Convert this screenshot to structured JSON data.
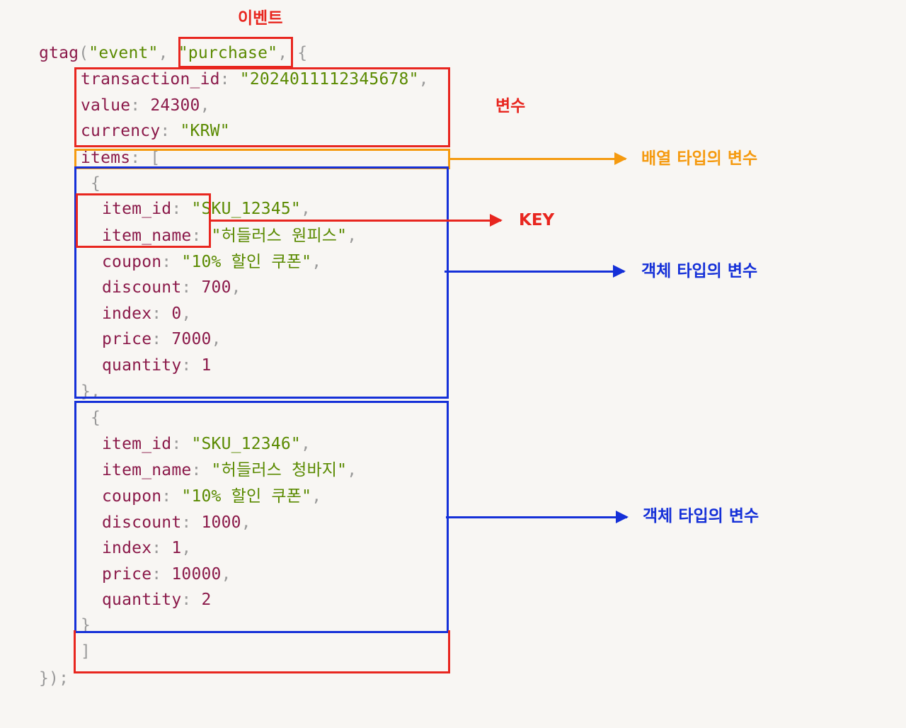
{
  "code": {
    "gtag_fn": "gtag",
    "event_str": "\"event\"",
    "purchase_str": "\"purchase\"",
    "transaction_id_key": "transaction_id",
    "transaction_id_val": "\"2024011112345678\"",
    "value_key": "value",
    "value_val": "24300",
    "currency_key": "currency",
    "currency_val": "\"KRW\"",
    "items_key": "items",
    "item1": {
      "item_id_key": "item_id",
      "item_id_val": "\"SKU_12345\"",
      "item_name_key": "item_name",
      "item_name_val": "\"허들러스 원피스\"",
      "coupon_key": "coupon",
      "coupon_val": "\"10% 할인 쿠폰\"",
      "discount_key": "discount",
      "discount_val": "700",
      "index_key": "index",
      "index_val": "0",
      "price_key": "price",
      "price_val": "7000",
      "quantity_key": "quantity",
      "quantity_val": "1"
    },
    "item2": {
      "item_id_key": "item_id",
      "item_id_val": "\"SKU_12346\"",
      "item_name_key": "item_name",
      "item_name_val": "\"허들러스 청바지\"",
      "coupon_key": "coupon",
      "coupon_val": "\"10% 할인 쿠폰\"",
      "discount_key": "discount",
      "discount_val": "1000",
      "index_key": "index",
      "index_val": "1",
      "price_key": "price",
      "price_val": "10000",
      "quantity_key": "quantity",
      "quantity_val": "2"
    }
  },
  "annotations": {
    "event_label": "이벤트",
    "variable_label": "변수",
    "array_label": "배열 타입의 변수",
    "key_label": "KEY",
    "object_label_1": "객체 타입의 변수",
    "object_label_2": "객체 타입의 변수"
  },
  "colors": {
    "red": "#e8261f",
    "blue": "#1530d8",
    "orange": "#f59a0f",
    "key": "#8b1a4a",
    "string": "#5a8a00",
    "punct": "#9a9a9a"
  }
}
